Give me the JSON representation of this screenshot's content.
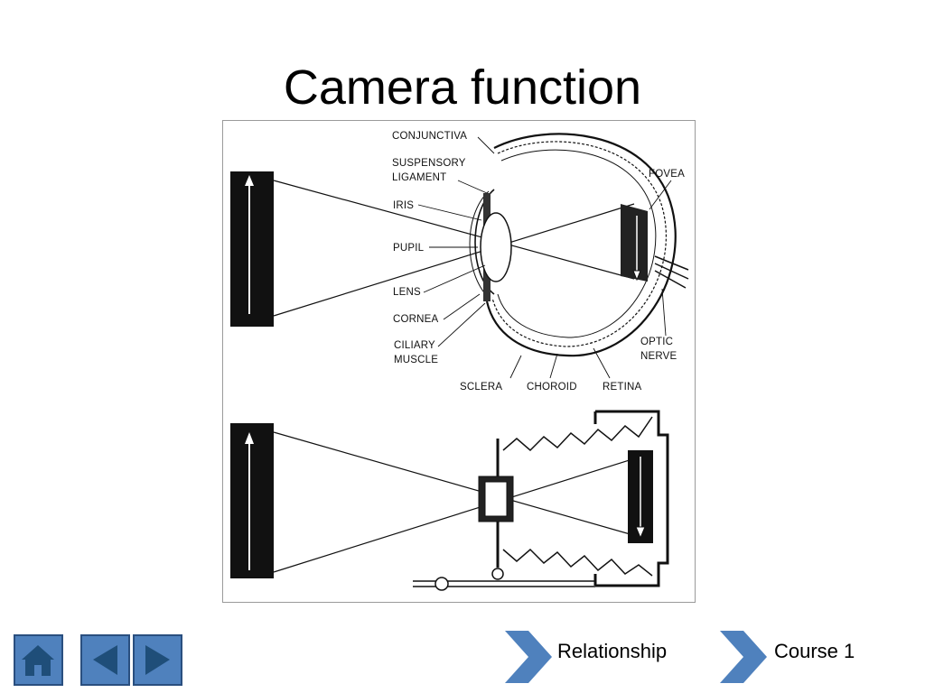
{
  "slide": {
    "title": "Camera function"
  },
  "diagram": {
    "eye_labels": {
      "conjunctiva": "CONJUNCTIVA",
      "suspensory_1": "SUSPENSORY",
      "suspensory_2": "LIGAMENT",
      "iris": "IRIS",
      "pupil": "PUPIL",
      "lens": "LENS",
      "cornea": "CORNEA",
      "ciliary_1": "CILIARY",
      "ciliary_2": "MUSCLE",
      "sclera": "SCLERA",
      "choroid": "CHOROID",
      "retina": "RETINA",
      "fovea": "FOVEA",
      "optic_1": "OPTIC",
      "optic_2": "NERVE"
    }
  },
  "navigation": {
    "home_icon": "home-icon",
    "previous_icon": "triangle-left-icon",
    "next_icon": "triangle-right-icon",
    "links": [
      {
        "label": "Relationship",
        "icon": "chevron-right-icon"
      },
      {
        "label": "Course 1",
        "icon": "chevron-right-icon"
      }
    ]
  },
  "colors": {
    "button_fill": "#4f81bd",
    "button_border": "#2a4f7f",
    "icon_dark": "#1f4e79",
    "chevron": "#4f81bd"
  }
}
